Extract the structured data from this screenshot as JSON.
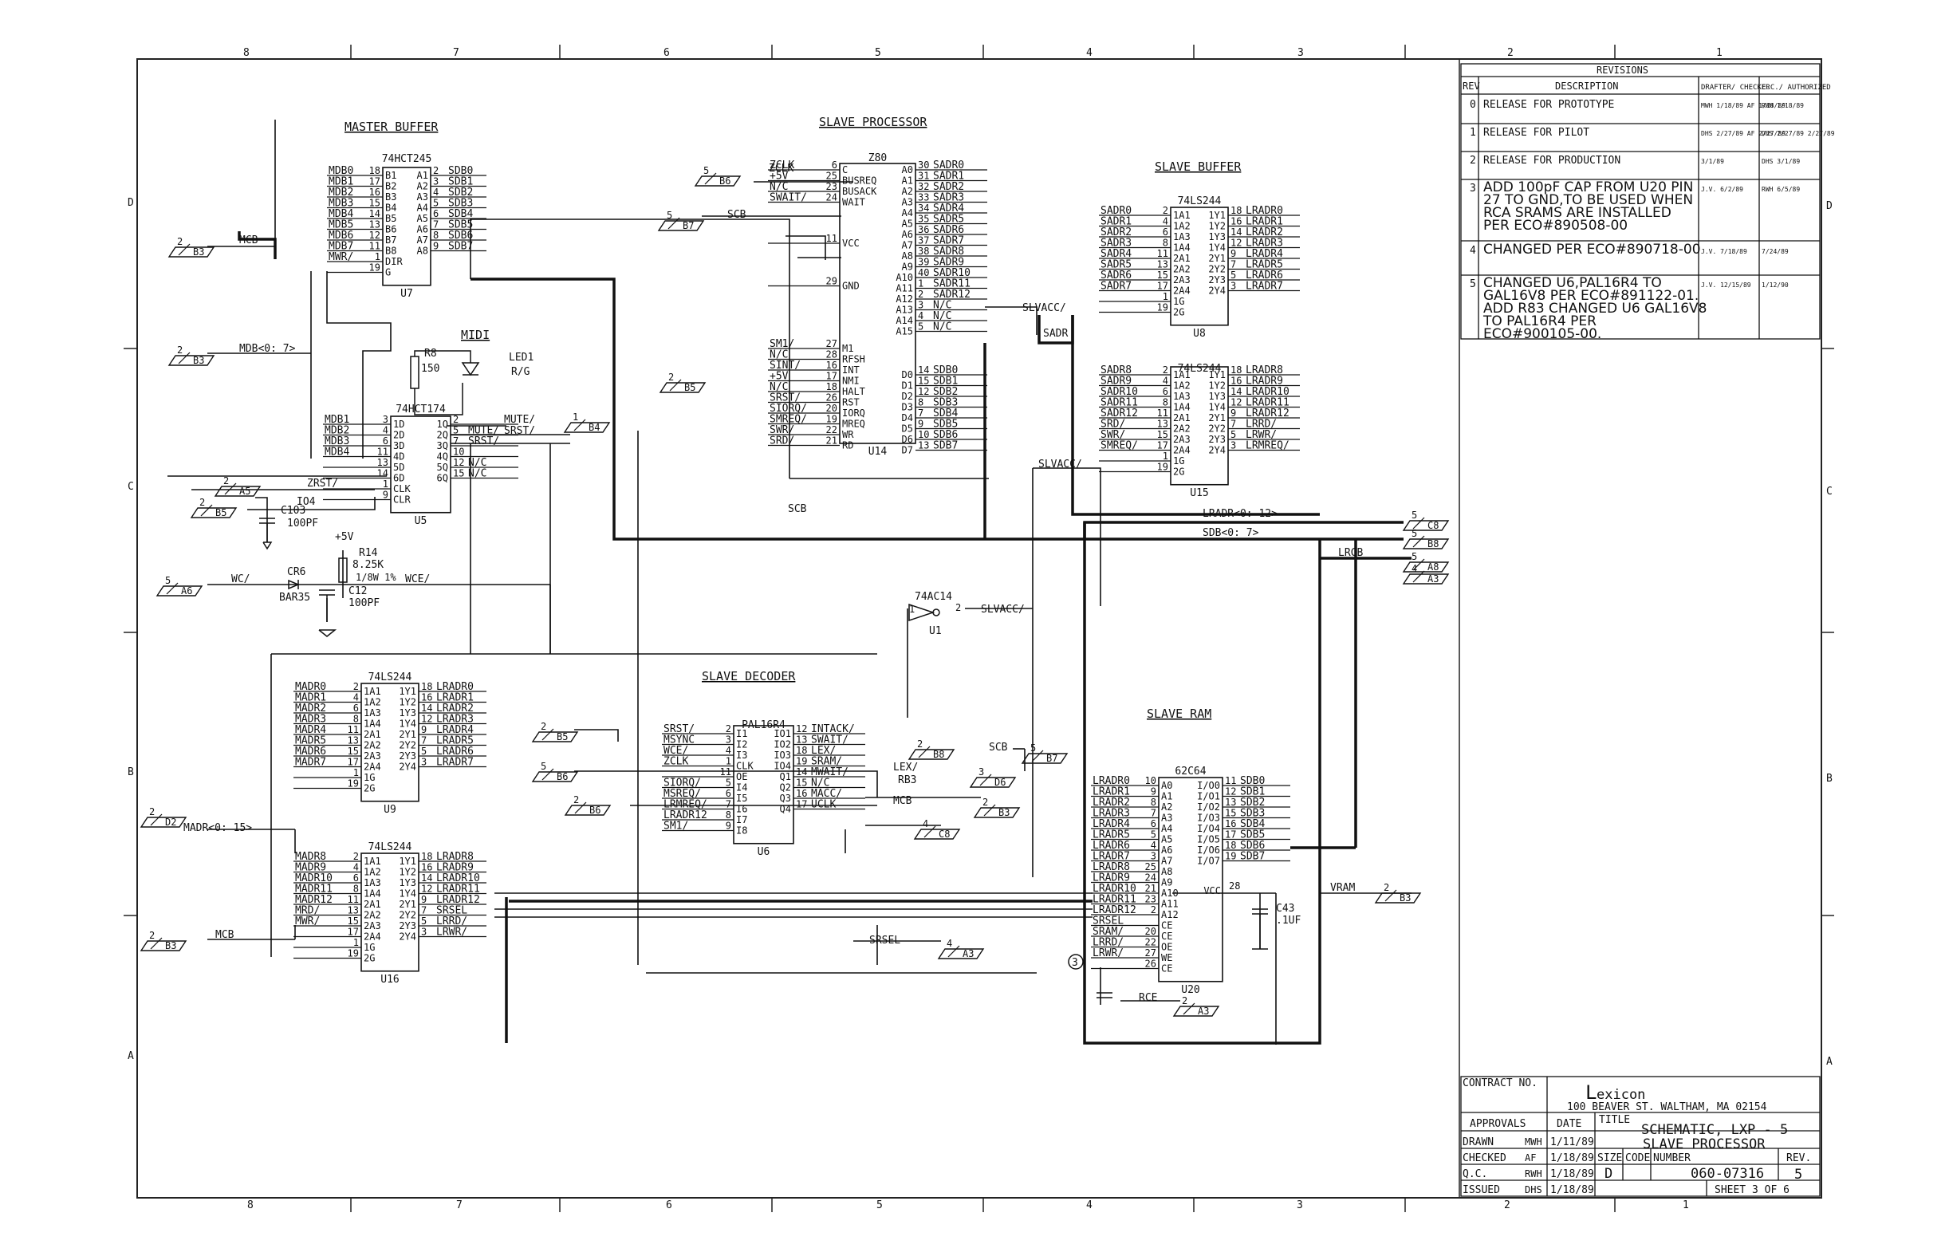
{
  "frame": {
    "zones_top": [
      "8",
      "7",
      "6",
      "5",
      "4",
      "3",
      "2",
      "1"
    ],
    "zones_bottom": [
      "8",
      "7",
      "6",
      "5",
      "4",
      "3",
      "2",
      "1"
    ],
    "rows_right": [
      "D",
      "C",
      "B",
      "A"
    ],
    "rows_left": [
      "D",
      "C",
      "B",
      "A"
    ]
  },
  "sections": {
    "master_buffer": "MASTER BUFFER",
    "slave_processor": "SLAVE PROCESSOR",
    "slave_buffer": "SLAVE BUFFER",
    "midi": "MIDI",
    "slave_decoder": "SLAVE DECODER",
    "slave_ram": "SLAVE RAM"
  },
  "u7": {
    "part": "74HCT245",
    "ref": "U7",
    "inputs": [
      [
        "MDB0",
        "18",
        "B1"
      ],
      [
        "MDB1",
        "17",
        "B2"
      ],
      [
        "MDB2",
        "16",
        "B3"
      ],
      [
        "MDB3",
        "15",
        "B4"
      ],
      [
        "MDB4",
        "14",
        "B5"
      ],
      [
        "MDB5",
        "13",
        "B6"
      ],
      [
        "MDB6",
        "12",
        "B7"
      ],
      [
        "MDB7",
        "11",
        "B8"
      ],
      [
        "MWR/",
        "1",
        "DIR"
      ],
      [
        "",
        "19",
        "G"
      ]
    ],
    "outputs": [
      [
        "A1",
        "2",
        "SDB0"
      ],
      [
        "A2",
        "3",
        "SDB1"
      ],
      [
        "A3",
        "4",
        "SDB2"
      ],
      [
        "A4",
        "5",
        "SDB3"
      ],
      [
        "A5",
        "6",
        "SDB4"
      ],
      [
        "A6",
        "7",
        "SDB5"
      ],
      [
        "A7",
        "8",
        "SDB6"
      ],
      [
        "A8",
        "9",
        "SDB7"
      ]
    ]
  },
  "z80": {
    "part": "Z80",
    "ref": "U14",
    "left_top": [
      [
        "ZCLK",
        "6",
        "C"
      ],
      [
        "+5V",
        "25",
        "BUSREQ"
      ],
      [
        "N/C",
        "23",
        "BUSACK"
      ],
      [
        "SWAIT/",
        "24",
        "WAIT"
      ],
      [
        "",
        "11",
        "VCC"
      ],
      [
        "",
        "29",
        "GND"
      ]
    ],
    "left_bottom": [
      [
        "SM1/",
        "27",
        "M1"
      ],
      [
        "N/C",
        "28",
        "RFSH"
      ],
      [
        "SINT/",
        "16",
        "INT"
      ],
      [
        "+5V",
        "17",
        "NMI"
      ],
      [
        "N/C",
        "18",
        "HALT"
      ],
      [
        "SRST/",
        "26",
        "RST"
      ],
      [
        "SIORQ/",
        "20",
        "IORQ"
      ],
      [
        "SMREQ/",
        "19",
        "MREQ"
      ],
      [
        "SWR/",
        "22",
        "WR"
      ],
      [
        "SRD/",
        "21",
        "RD"
      ]
    ],
    "right_top": [
      [
        "A0",
        "30",
        "SADR0"
      ],
      [
        "A1",
        "31",
        "SADR1"
      ],
      [
        "A2",
        "32",
        "SADR2"
      ],
      [
        "A3",
        "33",
        "SADR3"
      ],
      [
        "A4",
        "34",
        "SADR4"
      ],
      [
        "A5",
        "35",
        "SADR5"
      ],
      [
        "A6",
        "36",
        "SADR6"
      ],
      [
        "A7",
        "37",
        "SADR7"
      ],
      [
        "A8",
        "38",
        "SADR8"
      ],
      [
        "A9",
        "39",
        "SADR9"
      ],
      [
        "A10",
        "40",
        "SADR10"
      ],
      [
        "A11",
        "1",
        "SADR11"
      ],
      [
        "A12",
        "2",
        "SADR12"
      ],
      [
        "A13",
        "3",
        "N/C"
      ],
      [
        "A14",
        "4",
        "N/C"
      ],
      [
        "A15",
        "5",
        "N/C"
      ]
    ],
    "right_bottom": [
      [
        "D0",
        "14",
        "SDB0"
      ],
      [
        "D1",
        "15",
        "SDB1"
      ],
      [
        "D2",
        "12",
        "SDB2"
      ],
      [
        "D3",
        "8",
        "SDB3"
      ],
      [
        "D4",
        "7",
        "SDB4"
      ],
      [
        "D5",
        "9",
        "SDB5"
      ],
      [
        "D6",
        "10",
        "SDB6"
      ],
      [
        "D7",
        "13",
        "SDB7"
      ]
    ]
  },
  "u8": {
    "part": "74LS244",
    "ref": "U8",
    "inputs": [
      [
        "SADR0",
        "2",
        "1A1"
      ],
      [
        "SADR1",
        "4",
        "1A2"
      ],
      [
        "SADR2",
        "6",
        "1A3"
      ],
      [
        "SADR3",
        "8",
        "1A4"
      ],
      [
        "SADR4",
        "11",
        "2A1"
      ],
      [
        "SADR5",
        "13",
        "2A2"
      ],
      [
        "SADR6",
        "15",
        "2A3"
      ],
      [
        "SADR7",
        "17",
        "2A4"
      ],
      [
        "",
        "1",
        "1G"
      ],
      [
        "",
        "19",
        "2G"
      ]
    ],
    "outputs": [
      [
        "1Y1",
        "18",
        "LRADR0"
      ],
      [
        "1Y2",
        "16",
        "LRADR1"
      ],
      [
        "1Y3",
        "14",
        "LRADR2"
      ],
      [
        "1Y4",
        "12",
        "LRADR3"
      ],
      [
        "2Y1",
        "9",
        "LRADR4"
      ],
      [
        "2Y2",
        "7",
        "LRADR5"
      ],
      [
        "2Y3",
        "5",
        "LRADR6"
      ],
      [
        "2Y4",
        "3",
        "LRADR7"
      ]
    ]
  },
  "u15": {
    "part": "74LS244",
    "ref": "U15",
    "inputs": [
      [
        "SADR8",
        "2",
        "1A1"
      ],
      [
        "SADR9",
        "4",
        "1A2"
      ],
      [
        "SADR10",
        "6",
        "1A3"
      ],
      [
        "SADR11",
        "8",
        "1A4"
      ],
      [
        "SADR12",
        "11",
        "2A1"
      ],
      [
        "SRD/",
        "13",
        "2A2"
      ],
      [
        "SWR/",
        "15",
        "2A3"
      ],
      [
        "SMREQ/",
        "17",
        "2A4"
      ],
      [
        "",
        "1",
        "1G"
      ],
      [
        "",
        "19",
        "2G"
      ]
    ],
    "outputs": [
      [
        "1Y1",
        "18",
        "LRADR8"
      ],
      [
        "1Y2",
        "16",
        "LRADR9"
      ],
      [
        "1Y3",
        "14",
        "LRADR10"
      ],
      [
        "1Y4",
        "12",
        "LRADR11"
      ],
      [
        "2Y1",
        "9",
        "LRADR12"
      ],
      [
        "2Y2",
        "7",
        "LRRD/"
      ],
      [
        "2Y3",
        "5",
        "LRWR/"
      ],
      [
        "2Y4",
        "3",
        "LRMREQ/"
      ]
    ]
  },
  "u5": {
    "part": "74HCT174",
    "ref": "U5",
    "inputs": [
      [
        "MDB1",
        "3",
        "1D"
      ],
      [
        "MDB2",
        "4",
        "2D"
      ],
      [
        "MDB3",
        "6",
        "3D"
      ],
      [
        "MDB4",
        "11",
        "4D"
      ],
      [
        "",
        "13",
        "5D"
      ],
      [
        "",
        "14",
        "6D"
      ],
      [
        "",
        "1",
        "CLK"
      ],
      [
        "",
        "9",
        "CLR"
      ]
    ],
    "outputs": [
      [
        "1Q",
        "2",
        ""
      ],
      [
        "2Q",
        "5",
        "MUTE/"
      ],
      [
        "3Q",
        "7",
        "SRST/"
      ],
      [
        "4Q",
        "10",
        ""
      ],
      [
        "5Q",
        "12",
        "N/C"
      ],
      [
        "6Q",
        "15",
        "N/C"
      ]
    ]
  },
  "u9": {
    "part": "74LS244",
    "ref": "U9",
    "inputs": [
      [
        "MADR0",
        "2",
        "1A1"
      ],
      [
        "MADR1",
        "4",
        "1A2"
      ],
      [
        "MADR2",
        "6",
        "1A3"
      ],
      [
        "MADR3",
        "8",
        "1A4"
      ],
      [
        "MADR4",
        "11",
        "2A1"
      ],
      [
        "MADR5",
        "13",
        "2A2"
      ],
      [
        "MADR6",
        "15",
        "2A3"
      ],
      [
        "MADR7",
        "17",
        "2A4"
      ],
      [
        "",
        "1",
        "1G"
      ],
      [
        "",
        "19",
        "2G"
      ]
    ],
    "outputs": [
      [
        "1Y1",
        "18",
        "LRADR0"
      ],
      [
        "1Y2",
        "16",
        "LRADR1"
      ],
      [
        "1Y3",
        "14",
        "LRADR2"
      ],
      [
        "1Y4",
        "12",
        "LRADR3"
      ],
      [
        "2Y1",
        "9",
        "LRADR4"
      ],
      [
        "2Y2",
        "7",
        "LRADR5"
      ],
      [
        "2Y3",
        "5",
        "LRADR6"
      ],
      [
        "2Y4",
        "3",
        "LRADR7"
      ]
    ]
  },
  "u16": {
    "part": "74LS244",
    "ref": "U16",
    "inputs": [
      [
        "MADR8",
        "2",
        "1A1"
      ],
      [
        "MADR9",
        "4",
        "1A2"
      ],
      [
        "MADR10",
        "6",
        "1A3"
      ],
      [
        "MADR11",
        "8",
        "1A4"
      ],
      [
        "MADR12",
        "11",
        "2A1"
      ],
      [
        "MRD/",
        "13",
        "2A2"
      ],
      [
        "MWR/",
        "15",
        "2A3"
      ],
      [
        "",
        "17",
        "2A4"
      ],
      [
        "",
        "1",
        "1G"
      ],
      [
        "",
        "19",
        "2G"
      ]
    ],
    "outputs": [
      [
        "1Y1",
        "18",
        "LRADR8"
      ],
      [
        "1Y2",
        "16",
        "LRADR9"
      ],
      [
        "1Y3",
        "14",
        "LRADR10"
      ],
      [
        "1Y4",
        "12",
        "LRADR11"
      ],
      [
        "2Y1",
        "9",
        "LRADR12"
      ],
      [
        "2Y2",
        "7",
        "SRSEL"
      ],
      [
        "2Y3",
        "5",
        "LRRD/"
      ],
      [
        "2Y4",
        "3",
        "LRWR/"
      ]
    ]
  },
  "u6": {
    "part": "PAL16R4",
    "ref": "U6",
    "inputs": [
      [
        "SRST/",
        "2",
        "I1"
      ],
      [
        "MSYNC",
        "3",
        "I2"
      ],
      [
        "WCE/",
        "4",
        "I3"
      ],
      [
        "ZCLK",
        "1",
        "CLK"
      ],
      [
        "",
        "11",
        "OE"
      ],
      [
        "SIORQ/",
        "5",
        "I4"
      ],
      [
        "MSREQ/",
        "6",
        "I5"
      ],
      [
        "LRMREQ/",
        "7",
        "I6"
      ],
      [
        "LRADR12",
        "8",
        "I7"
      ],
      [
        "SM1/",
        "9",
        "I8"
      ]
    ],
    "outputs": [
      [
        "IO1",
        "12",
        "INTACK/"
      ],
      [
        "IO2",
        "13",
        "SWAIT/"
      ],
      [
        "IO3",
        "18",
        "LEX/"
      ],
      [
        "IO4",
        "19",
        "SRAM/"
      ],
      [
        "Q1",
        "14",
        "MWAIT/"
      ],
      [
        "Q2",
        "15",
        "N/C"
      ],
      [
        "Q3",
        "16",
        "MACC/"
      ],
      [
        "Q4",
        "17",
        "UCLK"
      ]
    ]
  },
  "u20": {
    "part": "62C64",
    "ref": "U20",
    "inputs": [
      [
        "LRADR0",
        "10",
        "A0"
      ],
      [
        "LRADR1",
        "9",
        "A1"
      ],
      [
        "LRADR2",
        "8",
        "A2"
      ],
      [
        "LRADR3",
        "7",
        "A3"
      ],
      [
        "LRADR4",
        "6",
        "A4"
      ],
      [
        "LRADR5",
        "5",
        "A5"
      ],
      [
        "LRADR6",
        "4",
        "A6"
      ],
      [
        "LRADR7",
        "3",
        "A7"
      ],
      [
        "LRADR8",
        "25",
        "A8"
      ],
      [
        "LRADR9",
        "24",
        "A9"
      ],
      [
        "LRADR10",
        "21",
        "A10"
      ],
      [
        "LRADR11",
        "23",
        "A11"
      ],
      [
        "LRADR12",
        "2",
        "A12"
      ],
      [
        "SRSEL",
        "",
        "CE"
      ],
      [
        "SRAM/",
        "20",
        "CE"
      ],
      [
        "LRRD/",
        "22",
        "OE"
      ],
      [
        "LRWR/",
        "27",
        "WE"
      ],
      [
        "",
        "26",
        "CE"
      ]
    ],
    "outputs": [
      [
        "I/O0",
        "11",
        "SDB0"
      ],
      [
        "I/O1",
        "12",
        "SDB1"
      ],
      [
        "I/O2",
        "13",
        "SDB2"
      ],
      [
        "I/O3",
        "15",
        "SDB3"
      ],
      [
        "I/O4",
        "16",
        "SDB4"
      ],
      [
        "I/O5",
        "17",
        "SDB5"
      ],
      [
        "I/O6",
        "18",
        "SDB6"
      ],
      [
        "I/O7",
        "19",
        "SDB7"
      ]
    ],
    "vcc": "VCC",
    "vcc_pin": "28"
  },
  "u1": {
    "part": "74AC14",
    "ref": "U1",
    "in_pin": "1",
    "out_pin": "2",
    "out_net": "SLVACC/"
  },
  "passives": {
    "r8": "R8",
    "r8_val": "150",
    "led1": "LED1",
    "led1_val": "R/G",
    "c103": "C103",
    "c103_val": "100PF",
    "r14": "R14",
    "r14_val": "8.25K",
    "r14_note": "1/8W 1%",
    "cr6": "CR6",
    "cr6_val": "BAR35",
    "c12": "C12",
    "c12_val": "100PF",
    "c43": "C43",
    "c43_val": ".1UF",
    "plus5v": "+5V",
    "io4": "IO4"
  },
  "nets": {
    "mcb": "MCB",
    "mdb": "MDB<0: 7>",
    "zrst": "ZRST/",
    "wc": "WC/",
    "wce": "WCE/",
    "mute": "MUTE/",
    "srst": "SRST/",
    "zclk": "ZCLK",
    "scb": "SCB",
    "slvacc": "SLVACC/",
    "sadr": "SADR",
    "lradr_bus": "LRADR<0: 12>",
    "sdb_bus": "SDB<0: 7>",
    "lrcb": "LRCB",
    "madr": "MADR<0: 15>",
    "mcb2": "MCB",
    "srsel": "SRSEL",
    "vram": "VRAM",
    "rce": "RCE",
    "lex": "LEX/",
    "rb3": "RB3",
    "scb2": "SCB",
    "mcb3": "MCB",
    "sslvacc": "SLVACC/",
    "slvacc2": "SLVACC/"
  },
  "offpage": {
    "b3_mcb": [
      "2",
      "B3"
    ],
    "b3_mdb": [
      "2",
      "B3"
    ],
    "a5": [
      "2",
      "A5"
    ],
    "b5_u5": [
      "2",
      "B5"
    ],
    "a6": [
      "5",
      "A6"
    ],
    "b6_zclk": [
      "5",
      "B6"
    ],
    "b7_scb": [
      "5",
      "B7"
    ],
    "b5_sint": [
      "2",
      "B5"
    ],
    "b4_mute": [
      "1",
      "B4"
    ],
    "c8": [
      "5",
      "C8"
    ],
    "b8": [
      "5",
      "B8"
    ],
    "a8": [
      "5",
      "A8"
    ],
    "a3_lrcb": [
      "4",
      "A3"
    ],
    "d2": [
      "2",
      "D2"
    ],
    "b3_mcb2": [
      "2",
      "B3"
    ],
    "b5_dec": [
      "2",
      "B5"
    ],
    "b6_dec1": [
      "5",
      "B6"
    ],
    "b6_dec2": [
      "2",
      "B6"
    ],
    "b8_dec": [
      "2",
      "B8"
    ],
    "b7_dec": [
      "5",
      "B7"
    ],
    "d6": [
      "3",
      "D6"
    ],
    "b3_dec": [
      "2",
      "B3"
    ],
    "c8_dec": [
      "4",
      "C8"
    ],
    "a3_srsel": [
      "4",
      "A3"
    ],
    "a3_rce": [
      "2",
      "A3"
    ],
    "b3_vram": [
      "2",
      "B3"
    ]
  },
  "revisions": {
    "title": "REVISIONS",
    "headers": [
      "REV",
      "DESCRIPTION",
      "DRAFTER/ CHECKER",
      "E.C./ AUTHORIZED"
    ],
    "rows": [
      {
        "rev": "0",
        "desc": "RELEASE FOR PROTOTYPE",
        "drafter": "MWH 1/18/89 AF 1/18/89",
        "auth": "RWH 1/18/89"
      },
      {
        "rev": "1",
        "desc": "RELEASE FOR PILOT",
        "drafter": "DHS 2/27/89 AF 2/27/89",
        "auth": "DHS 2/27/89 2/27/89"
      },
      {
        "rev": "2",
        "desc": "RELEASE FOR PRODUCTION",
        "drafter": "3/1/89",
        "auth": "DHS 3/1/89"
      },
      {
        "rev": "3",
        "desc": "ADD 100pF CAP FROM U20 PIN 27 TO GND,TO BE USED WHEN RCA SRAMS ARE INSTALLED PER ECO#890508-00",
        "drafter": "J.V. 6/2/89",
        "auth": "RWH 6/5/89"
      },
      {
        "rev": "4",
        "desc": "CHANGED PER ECO#890718-00",
        "drafter": "J.V. 7/18/89",
        "auth": "7/24/89"
      },
      {
        "rev": "5",
        "desc": "CHANGED U6,PAL16R4 TO GAL16V8 PER ECO#891122-01. ADD R83 CHANGED U6 GAL16V8 TO PAL16R4 PER ECO#900105-00.",
        "drafter": "J.V. 12/15/89",
        "auth": "1/12/90"
      }
    ]
  },
  "title_block": {
    "contract": "CONTRACT NO.",
    "company": "exicon",
    "company_initial": "L",
    "address": "100 BEAVER ST. WALTHAM, MA 02154",
    "approvals": "APPROVALS",
    "date_hdr": "DATE",
    "title_hdr": "TITLE",
    "title1": "SCHEMATIC, LXP - 5",
    "title2": "SLAVE PROCESSOR",
    "rows": [
      [
        "DRAWN",
        "MWH",
        "1/11/89"
      ],
      [
        "CHECKED",
        "AF",
        "1/18/89"
      ],
      [
        "Q.C.",
        "RWH",
        "1/18/89"
      ],
      [
        "ISSUED",
        "DHS",
        "1/18/89"
      ]
    ],
    "size_hdr": "SIZE",
    "size": "D",
    "code_hdr": "CODE",
    "number_hdr": "NUMBER",
    "number": "060-07316",
    "rev_hdr": "REV.",
    "rev": "5",
    "sheet": "SHEET 3 OF 6"
  },
  "misc": {
    "rev3_marker": "3"
  }
}
